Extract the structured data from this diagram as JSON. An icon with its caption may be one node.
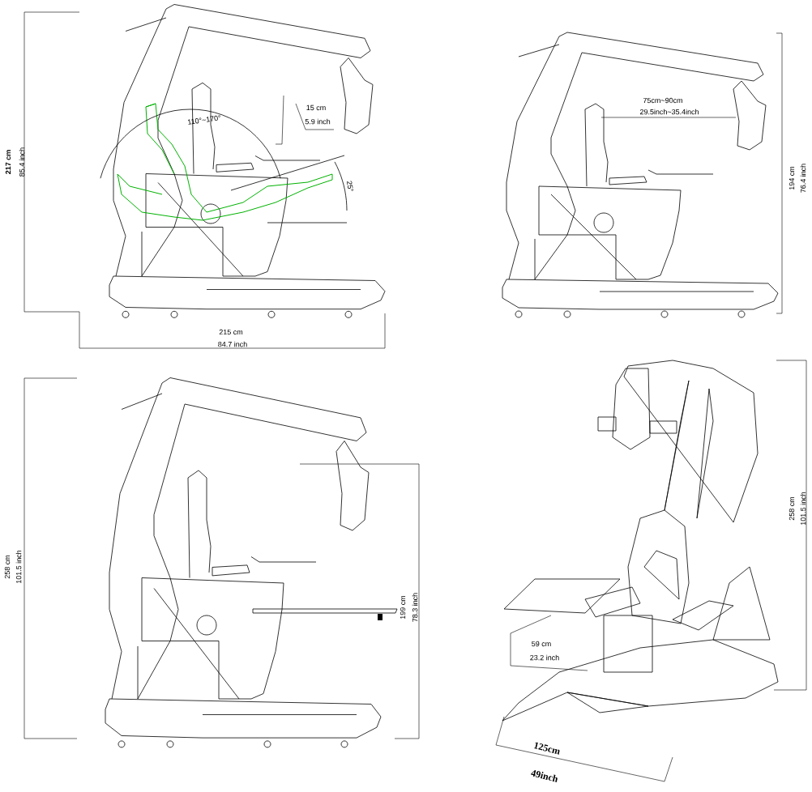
{
  "diagram": {
    "labels": [
      "217 cm",
      "85.4 inch",
      "110°~170°",
      "15 cm",
      "5.9 inch",
      "25°",
      "215 cm",
      "84.7 inch",
      "75cm~90cm",
      "29.5inch~35.4inch",
      "194 cm",
      "76.4 inch",
      "258 cm",
      "101.5 inch",
      "199 cm",
      "78.3 inch",
      "59 cm",
      "23.2 inch",
      "258 cm",
      "101.5 inch",
      "125cm",
      "49inch"
    ]
  }
}
